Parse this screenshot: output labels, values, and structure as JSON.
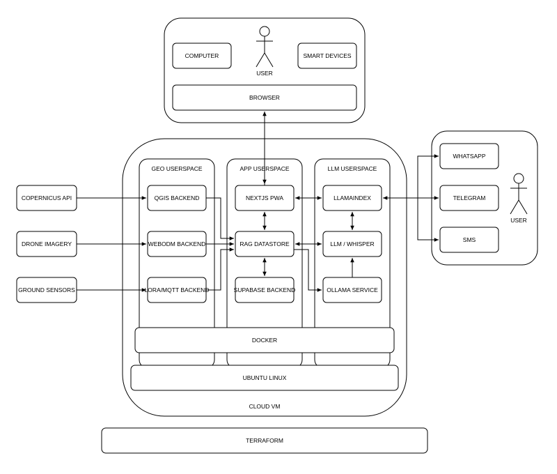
{
  "client": {
    "computer": "COMPUTER",
    "user": "USER",
    "smart_devices": "SMART DEVICES",
    "browser": "BROWSER"
  },
  "vm": {
    "label": "CLOUD VM",
    "geo": {
      "title": "GEO USERSPACE",
      "qgis": "QGIS BACKEND",
      "webodm": "WEBODM BACKEND",
      "lora": "LORA/MQTT BACKEND"
    },
    "app": {
      "title": "APP USERSPACE",
      "nextjs": "NEXTJS PWA",
      "rag": "RAG DATASTORE",
      "supabase": "SUPABASE BACKEND"
    },
    "llm": {
      "title": "LLM USERSPACE",
      "llamaindex": "LLAMAINDEX",
      "whisper": "LLM / WHISPER",
      "ollama": "OLLAMA SERVICE"
    },
    "docker": "DOCKER",
    "ubuntu": "UBUNTU LINUX"
  },
  "sources": {
    "copernicus": "COPERNICUS API",
    "drone": "DRONE IMAGERY",
    "ground": "GROUND SENSORS"
  },
  "messaging": {
    "whatsapp": "WHATSAPP",
    "telegram": "TELEGRAM",
    "sms": "SMS",
    "user": "USER"
  },
  "terraform": "TERRAFORM"
}
